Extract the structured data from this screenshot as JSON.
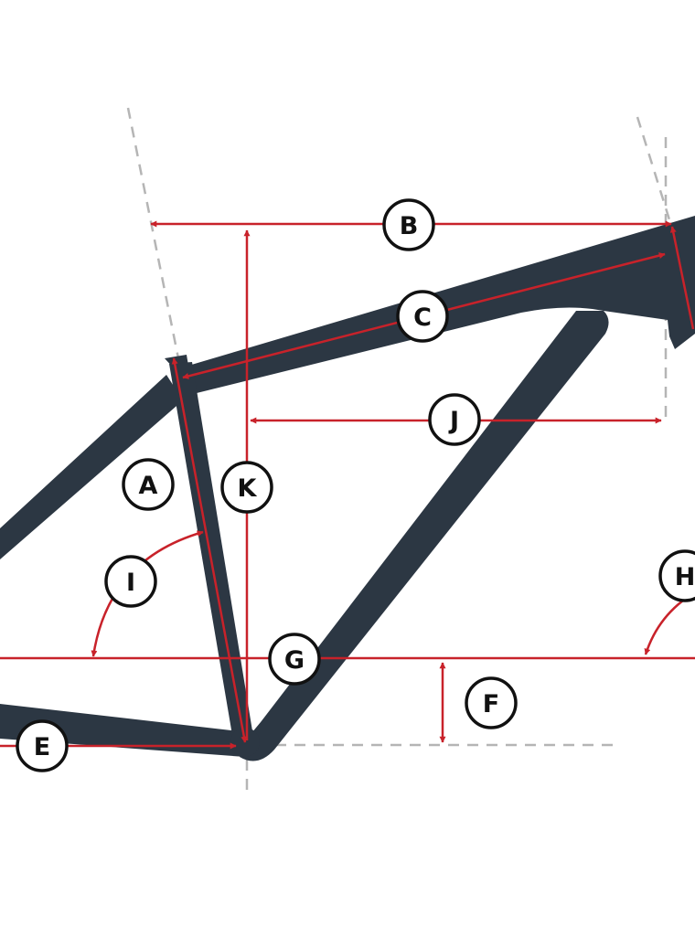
{
  "colors": {
    "frame": "#2c3743",
    "dimension": "#c8222a",
    "guide": "#b5b5b5",
    "label_fill": "#ffffff",
    "label_stroke": "#111111"
  },
  "labels": {
    "a": "A",
    "b": "B",
    "c": "C",
    "e": "E",
    "f": "F",
    "g": "G",
    "h": "H",
    "i": "I",
    "j": "J",
    "k": "K"
  }
}
